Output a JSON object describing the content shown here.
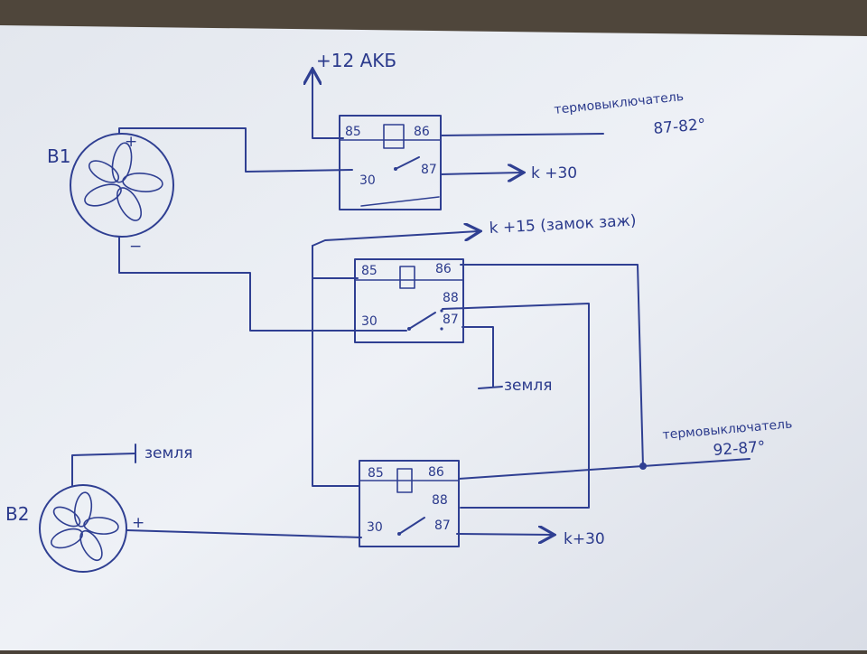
{
  "labels": {
    "ak_plus": "+12 AKБ",
    "thermo1_name": "термовыключатель",
    "thermo1_range": "87-82°",
    "k30_top": "k +30",
    "k15": "k +15 (замок заж)",
    "ground_mid": "земля",
    "thermo2_name": "термовыключатель",
    "thermo2_range": "92-87°",
    "ground_b2": "земля",
    "k30_bottom": "k+30"
  },
  "fans": {
    "b1": {
      "name": "B1",
      "plus": "+",
      "minus": "−"
    },
    "b2": {
      "name": "B2",
      "plus": "+"
    }
  },
  "relays": {
    "top": {
      "p85": "85",
      "p86": "86",
      "p30": "30",
      "p87": "87"
    },
    "middle": {
      "p85": "85",
      "p86": "86",
      "p30": "30",
      "p87": "87",
      "p88": "88"
    },
    "bottom": {
      "p85": "85",
      "p86": "86",
      "p30": "30",
      "p87": "87",
      "p88": "88"
    }
  },
  "colors": {
    "ink": "#2f3f92",
    "paper": "#eceff4"
  }
}
